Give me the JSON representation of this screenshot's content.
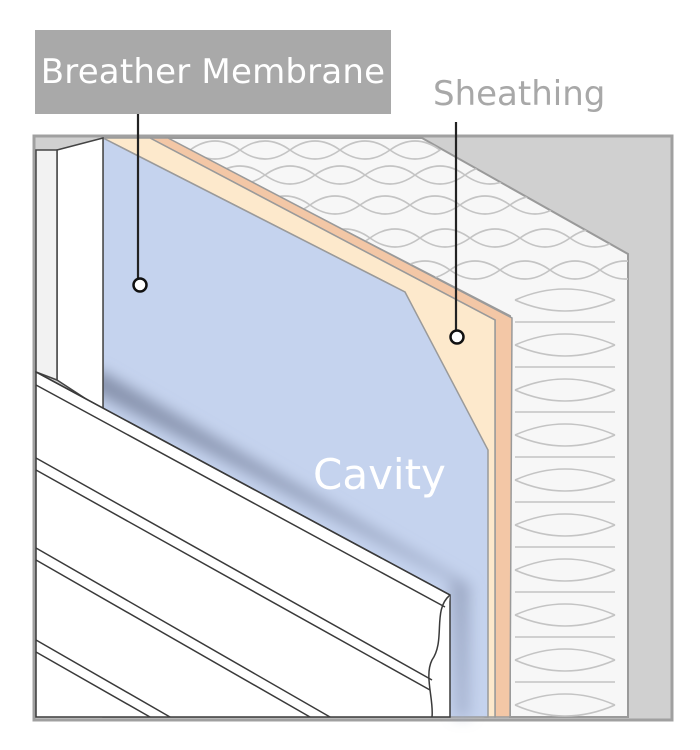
{
  "labels": {
    "breather_membrane": "Breather Membrane",
    "sheathing": "Sheathing",
    "cavity": "Cavity"
  },
  "colors": {
    "label_box": "#a9a9a9",
    "label_text_on_box": "#ffffff",
    "sheathing_label": "#a8a8a8",
    "membrane": "#c5d3ee",
    "sheathing_face": "#fde9cc",
    "sheathing_edge": "#f3c7a6",
    "insulation": "#f7f7f7",
    "frame_outline": "#a0a0a0",
    "background_panel": "#d0d0d0",
    "cladding": "#ffffff",
    "line": "#222222"
  },
  "icons": [
    "leader-pin-icon",
    "insulation-pattern-icon"
  ]
}
